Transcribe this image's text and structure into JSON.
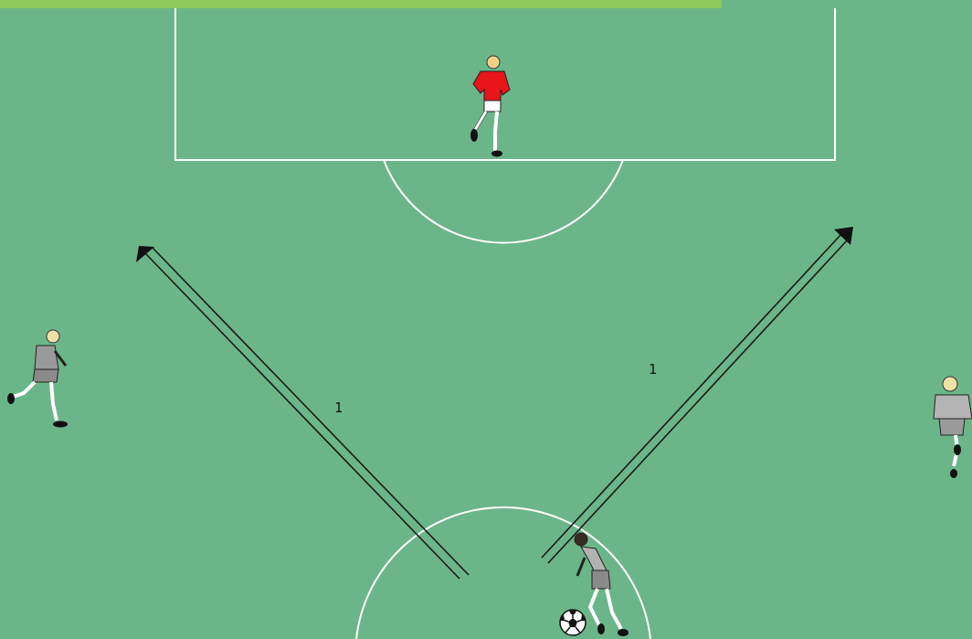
{
  "diagram": {
    "pitch_color": "#6bb688",
    "banner_color": "#8ecb58",
    "line_color": "#ffffff",
    "arrow_color": "#1a1a1a",
    "arrows": [
      {
        "label": "1",
        "direction": "up-left"
      },
      {
        "label": "1",
        "direction": "up-right"
      }
    ],
    "players": [
      {
        "role": "defender",
        "kit": "red-shirt-white-shorts",
        "jersey_color": "#e8151b"
      },
      {
        "role": "attacker",
        "kit": "grey",
        "jersey_color": "#9a9a9a"
      },
      {
        "role": "attacker",
        "kit": "grey",
        "jersey_color": "#9a9a9a"
      },
      {
        "role": "attacker-with-ball",
        "kit": "grey",
        "jersey_color": "#9a9a9a"
      }
    ],
    "ball": {
      "icon": "soccer-ball-icon"
    }
  }
}
